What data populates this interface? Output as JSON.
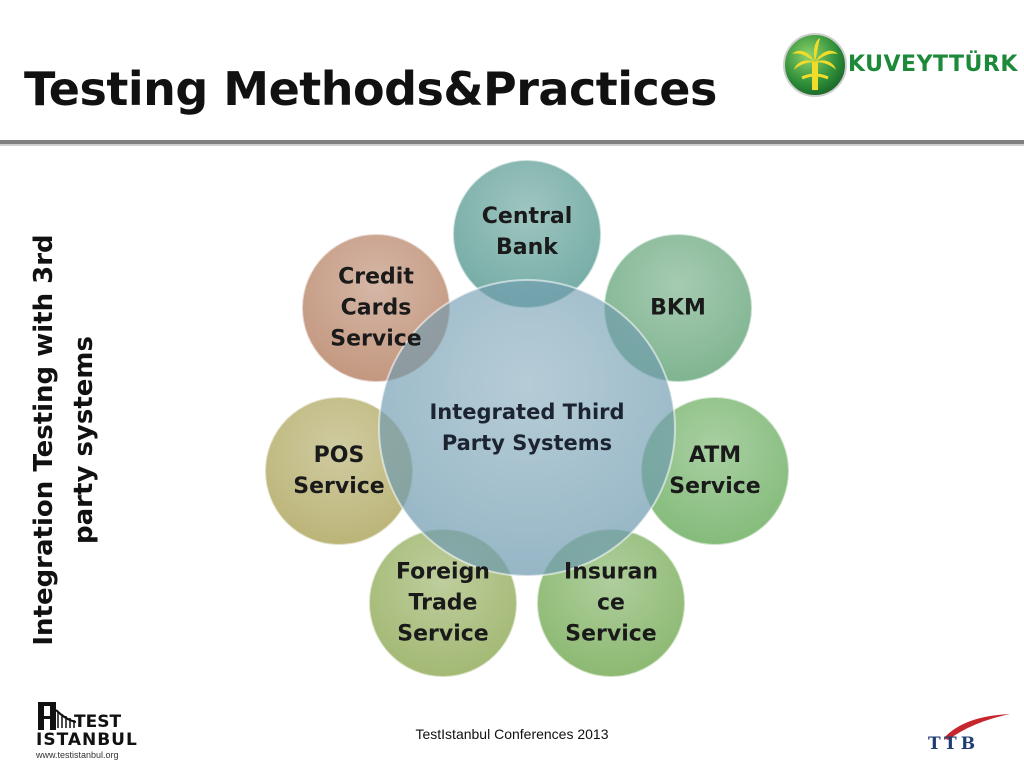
{
  "slide": {
    "title": "Testing Methods&Practices",
    "side_label": "Integration Testing with 3rd party systems",
    "footer": "TestIstanbul Conferences 2013"
  },
  "logos": {
    "top_right_brand": "KUVEYTTÜRK",
    "bottom_left_line1": "TEST",
    "bottom_left_line2": "ISTANBUL",
    "bottom_left_url": "www.testistanbul.org",
    "bottom_right": "TTB"
  },
  "diagram": {
    "center": {
      "label": "Integrated Third\nParty Systems",
      "color": "#6f9bb0"
    },
    "nodes": [
      {
        "label": "Central\nBank",
        "color": "#5e9e96"
      },
      {
        "label": "BKM",
        "color": "#6aa87e"
      },
      {
        "label": "ATM\nService",
        "color": "#6fb064"
      },
      {
        "label": "Insuran\nce\nService",
        "color": "#79ad5a"
      },
      {
        "label": "Foreign\nTrade\nService",
        "color": "#93ad5c"
      },
      {
        "label": "POS\nService",
        "color": "#b0a862"
      },
      {
        "label": "Credit\nCards\nService",
        "color": "#b9866a"
      }
    ]
  },
  "colors": {
    "brand_green": "#1d8a3a",
    "ttb_blue": "#1f3f73",
    "ttb_red": "#c8262d"
  }
}
